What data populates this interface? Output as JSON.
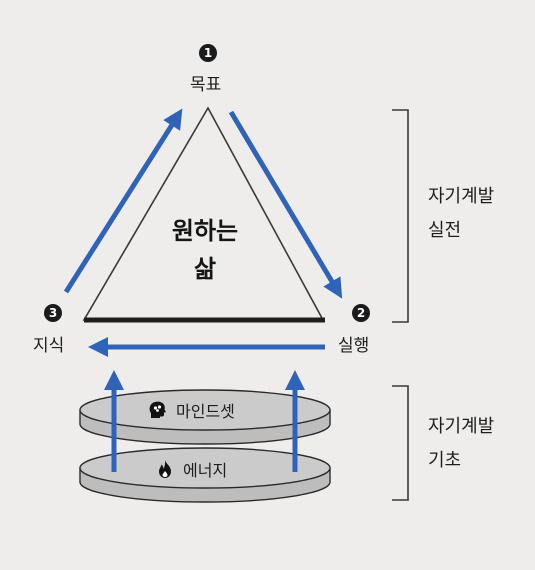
{
  "nodes": [
    {
      "number": "1",
      "label": "목표"
    },
    {
      "number": "2",
      "label": "실행"
    },
    {
      "number": "3",
      "label": "지식"
    }
  ],
  "center": {
    "line1": "원하는",
    "line2": "삶"
  },
  "groups": {
    "practice": {
      "line1": "자기계발",
      "line2": "실전"
    },
    "foundation": {
      "line1": "자기계발",
      "line2": "기초"
    }
  },
  "disks": {
    "top": {
      "label": "마인드셋",
      "icon": "brain-head-icon"
    },
    "bottom": {
      "label": "에너지",
      "icon": "flame-icon"
    }
  },
  "colors": {
    "arrow": "#2f63b7",
    "line": "#1e1e1e",
    "disk": "#c9c9c9",
    "background": "#eeedeb"
  }
}
